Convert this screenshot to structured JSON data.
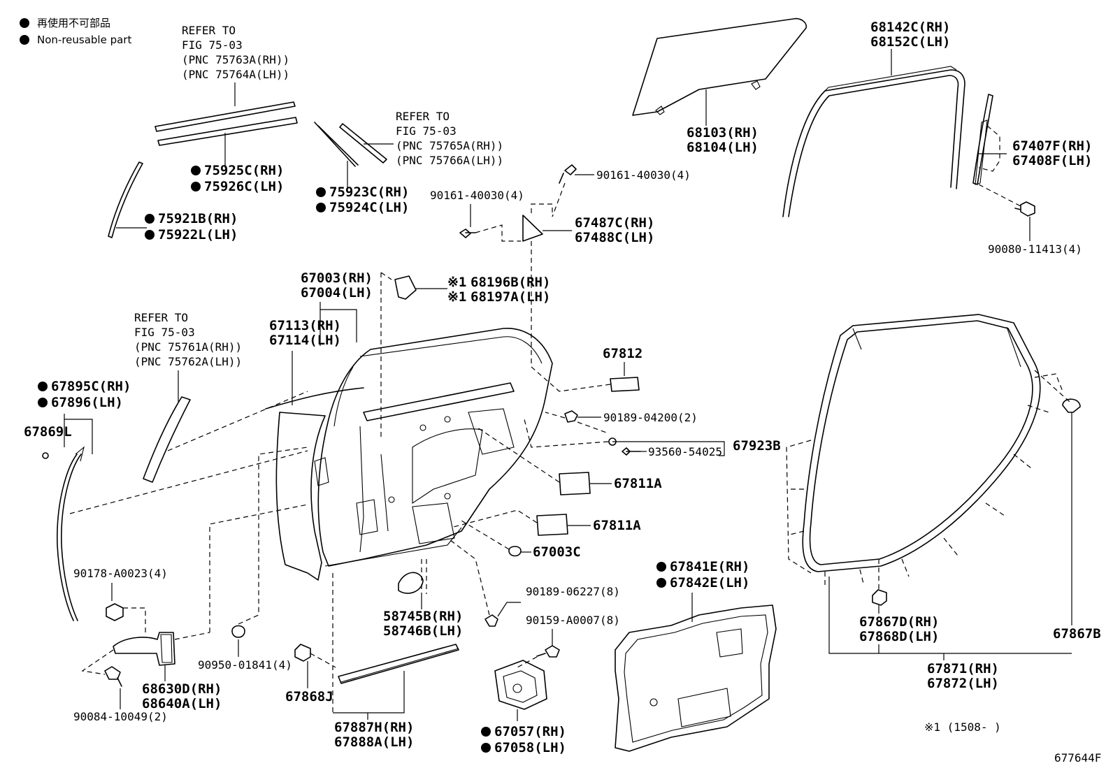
{
  "legend": {
    "jp": "再使用不可部品",
    "en": "Non-reusable part"
  },
  "refs": {
    "r1": [
      "REFER TO",
      "FIG 75-03",
      "(PNC 75763A(RH))",
      "(PNC 75764A(LH))"
    ],
    "r2": [
      "REFER TO",
      "FIG 75-03",
      "(PNC 75765A(RH))",
      "(PNC 75766A(LH))"
    ],
    "r3": [
      "REFER TO",
      "FIG 75-03",
      "(PNC 75761A(RH))",
      "(PNC 75762A(LH))"
    ]
  },
  "labels": {
    "p75925C": "75925C(RH)",
    "p75926C": "75926C(LH)",
    "p75923C": "75923C(RH)",
    "p75924C": "75924C(LH)",
    "p75921B": "75921B(RH)",
    "p75922L": "75922L(LH)",
    "p68103": "68103(RH)",
    "p68104": "68104(LH)",
    "p68142C": "68142C(RH)",
    "p68152C": "68152C(LH)",
    "p67407F": "67407F(RH)",
    "p67408F": "67408F(LH)",
    "p90080": "90080-11413(4)",
    "p90161a": "90161-40030(4)",
    "p90161b": "90161-40030(4)",
    "p67487C": "67487C(RH)",
    "p67488C": "67488C(LH)",
    "p67003": "67003(RH)",
    "p67004": "67004(LH)",
    "p68196B": "68196B(RH)",
    "p68197A": "68197A(LH)",
    "mark1": "※1",
    "mark2": "※1",
    "p67113": "67113(RH)",
    "p67114": "67114(LH)",
    "p67812": "67812",
    "p90189a": "90189-04200(2)",
    "p93560": "93560-54025",
    "p67923B": "67923B",
    "p67811A1": "67811A",
    "p67811A2": "67811A",
    "p67003C": "67003C",
    "p67895C": "67895C(RH)",
    "p67896": "67896(LH)",
    "p67869L": "67869L",
    "p90178": "90178-A0023(4)",
    "p90950": "90950-01841(4)",
    "p68630D": "68630D(RH)",
    "p68640A": "68640A(LH)",
    "p90084": "90084-10049(2)",
    "p58745B": "58745B(RH)",
    "p58746B": "58746B(LH)",
    "p67868J": "67868J",
    "p67887H": "67887H(RH)",
    "p67888A": "67888A(LH)",
    "p90189b": "90189-06227(8)",
    "p90159": "90159-A0007(8)",
    "p67057": "67057(RH)",
    "p67058": "67058(LH)",
    "p67841E": "67841E(RH)",
    "p67842E": "67842E(LH)",
    "p67867D": "67867D(RH)",
    "p67868D": "67868D(LH)",
    "p67867B": "67867B",
    "p67871": "67871(RH)",
    "p67872": "67872(LH)",
    "footnote": "※1 (1508-   )",
    "figure_code": "677644F"
  }
}
